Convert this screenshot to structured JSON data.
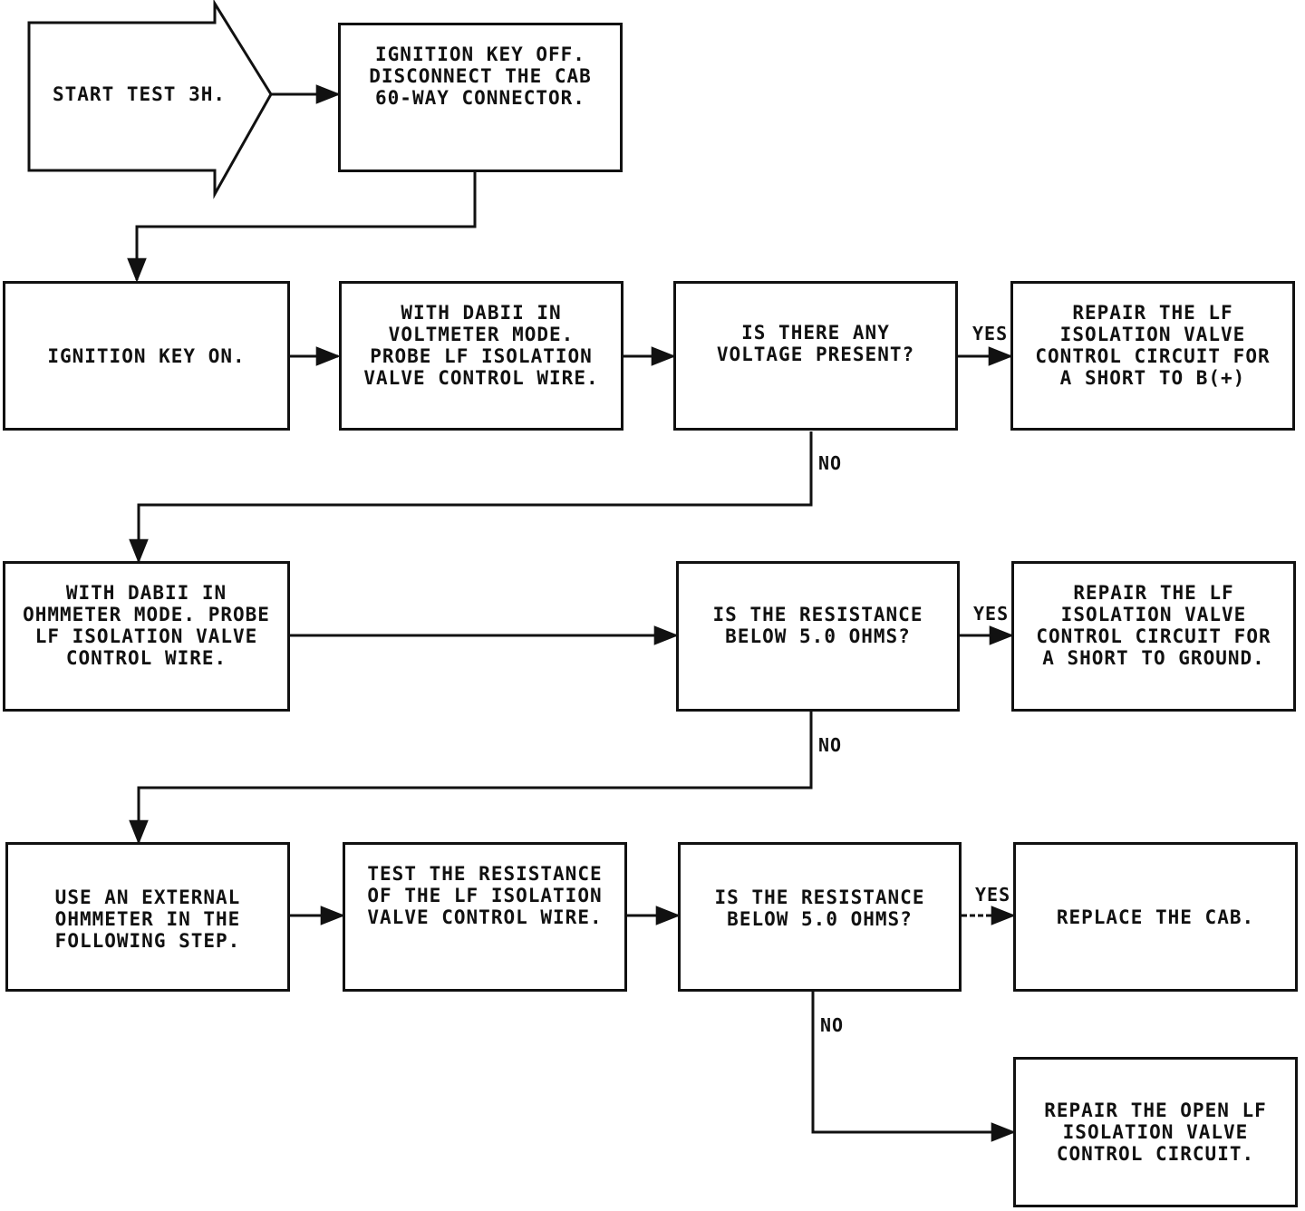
{
  "flowchart": {
    "start": "START TEST 3H.",
    "steps": {
      "ignition_off": "IGNITION KEY OFF.\nDISCONNECT THE CAB\n60-WAY CONNECTOR.",
      "ignition_on": "IGNITION KEY ON.",
      "probe_voltmeter": "WITH DABII IN\nVOLTMETER MODE.\nPROBE LF ISOLATION\nVALVE CONTROL WIRE.",
      "probe_ohmmeter": "WITH DABII IN\nOHMMETER MODE. PROBE\nLF ISOLATION VALVE\nCONTROL WIRE.",
      "external_ohmmeter": "USE AN EXTERNAL\nOHMMETER IN THE\nFOLLOWING STEP.",
      "test_resistance": "TEST THE RESISTANCE\nOF THE LF ISOLATION\nVALVE CONTROL WIRE."
    },
    "decisions": {
      "voltage_present": "IS THERE ANY\nVOLTAGE PRESENT?",
      "resistance_below_1": "IS THE RESISTANCE\nBELOW 5.0 OHMS?",
      "resistance_below_2": "IS THE RESISTANCE\nBELOW 5.0 OHMS?"
    },
    "results": {
      "repair_short_b": "REPAIR THE LF\nISOLATION VALVE\nCONTROL CIRCUIT FOR\nA SHORT TO B(+)",
      "repair_short_ground": "REPAIR THE LF\nISOLATION VALVE\nCONTROL CIRCUIT FOR\nA SHORT TO GROUND.",
      "replace_cab": "REPLACE THE CAB.",
      "repair_open": "REPAIR THE OPEN LF\nISOLATION VALVE\nCONTROL CIRCUIT."
    },
    "labels": {
      "yes": "YES",
      "no": "NO"
    }
  }
}
